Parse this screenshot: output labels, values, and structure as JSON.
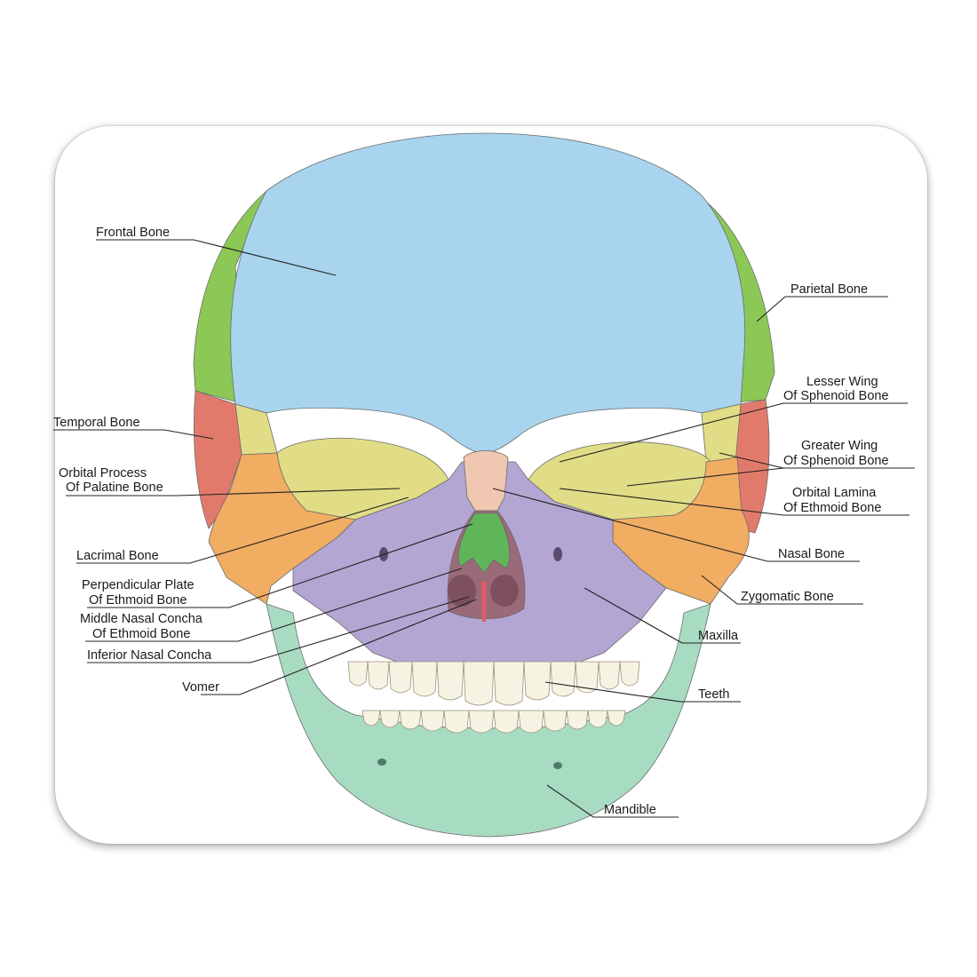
{
  "colors": {
    "frontal": "#a8d4ee",
    "parietal": "#8cc855",
    "temporal": "#e27a6c",
    "sphenoid": "#e1dd86",
    "zygomatic": "#f1ad62",
    "maxilla": "#b3a6d3",
    "nasal": "#f0c8b2",
    "mandible": "#a8dcc2",
    "teeth": "#f7f3e3",
    "ethmoid": "#5fb659",
    "cavity": "#9a6a78"
  },
  "labels": {
    "frontal_bone": "Frontal Bone",
    "parietal_bone": "Parietal Bone",
    "temporal_bone": "Temporal Bone",
    "lesser_wing_1": "Lesser Wing",
    "lesser_wing_2": "Of Sphenoid Bone",
    "orbital_process_1": "Orbital Process",
    "orbital_process_2": "Of Palatine Bone",
    "greater_wing_1": "Greater Wing",
    "greater_wing_2": "Of Sphenoid Bone",
    "orbital_lamina_1": "Orbital Lamina",
    "orbital_lamina_2": "Of Ethmoid Bone",
    "lacrimal_bone": "Lacrimal Bone",
    "nasal_bone": "Nasal Bone",
    "perpendicular_plate_1": "Perpendicular Plate",
    "perpendicular_plate_2": "Of Ethmoid Bone",
    "zygomatic_bone": "Zygomatic Bone",
    "middle_concha_1": "Middle Nasal Concha",
    "middle_concha_2": "Of Ethmoid Bone",
    "maxilla": "Maxilla",
    "inferior_concha": "Inferior Nasal Concha",
    "vomer": "Vomer",
    "teeth": "Teeth",
    "mandible": "Mandible"
  }
}
